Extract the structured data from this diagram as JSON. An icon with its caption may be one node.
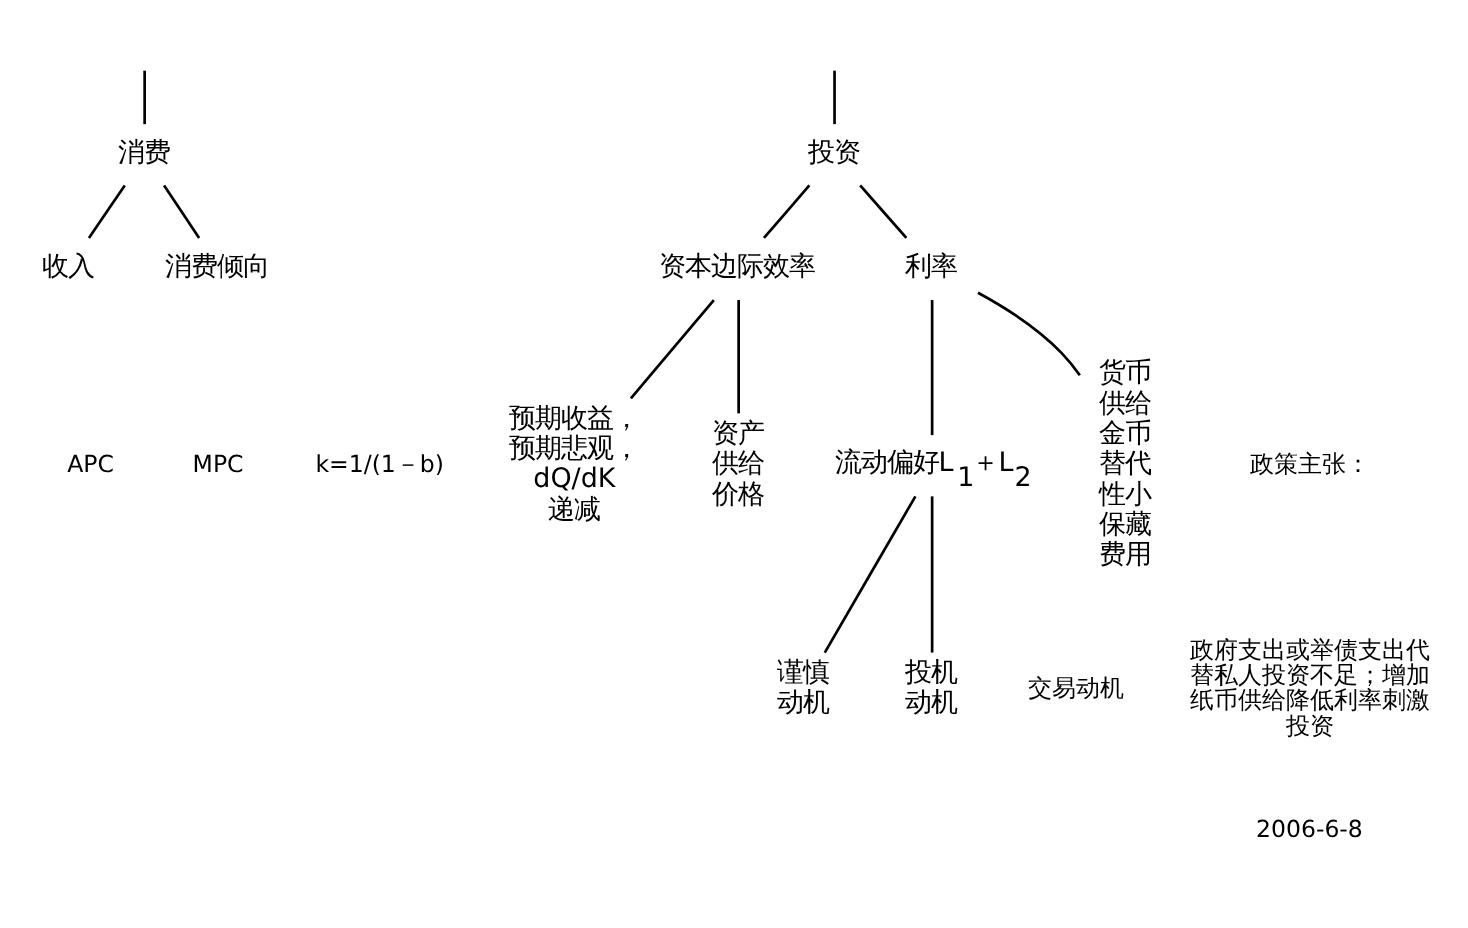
{
  "diagram": {
    "nodes": [
      {
        "text": [
          "消费"
        ]
      },
      {
        "text": [
          "投资"
        ]
      },
      {
        "text": [
          "收入"
        ]
      },
      {
        "text": [
          "消费倾向"
        ]
      },
      {
        "text": [
          "资本边际效率"
        ]
      },
      {
        "text": [
          "利率"
        ]
      },
      {
        "text": [
          "预期收益，预期悲观，dQ/dK递减"
        ]
      },
      {
        "text": [
          "资产供给价格"
        ]
      },
      {
        "text": [
          "流动偏好L$_{1}$＋L$_{2}$"
        ]
      },
      {
        "text": [
          "货币供给金币替代性小保藏费用"
        ]
      },
      {
        "text": [
          "谨慎动机"
        ]
      },
      {
        "text": [
          "投机动机"
        ]
      }
    ],
    "edges": [
      {
        "from": null,
        "to": 0,
        "arrow": "none"
      },
      {
        "from": null,
        "to": 1,
        "arrow": "none"
      },
      {
        "from": 0,
        "to": 2,
        "arrow": "none"
      },
      {
        "from": 0,
        "to": 3,
        "arrow": "none"
      },
      {
        "from": 1,
        "to": 4,
        "arrow": "none"
      },
      {
        "from": 1,
        "to": 5,
        "arrow": "none"
      },
      {
        "from": 4,
        "to": 6,
        "arrow": "none"
      },
      {
        "from": 4,
        "to": 7,
        "arrow": "none"
      },
      {
        "from": 5,
        "to": 8,
        "arrow": "none"
      },
      {
        "from": 5,
        "to": 9,
        "arrow": "none"
      },
      {
        "from": 8,
        "to": 10,
        "arrow": "none"
      },
      {
        "from": 8,
        "to": 11,
        "arrow": "none"
      }
    ],
    "labels": [
      "APC",
      "MPC",
      "k=1/(1－b)",
      "政策主张：",
      "政府支出或举债支出代替私人投资不足；增加纸币供给降低利率刺激投资",
      "交易动机",
      "2006-6-8"
    ]
  }
}
